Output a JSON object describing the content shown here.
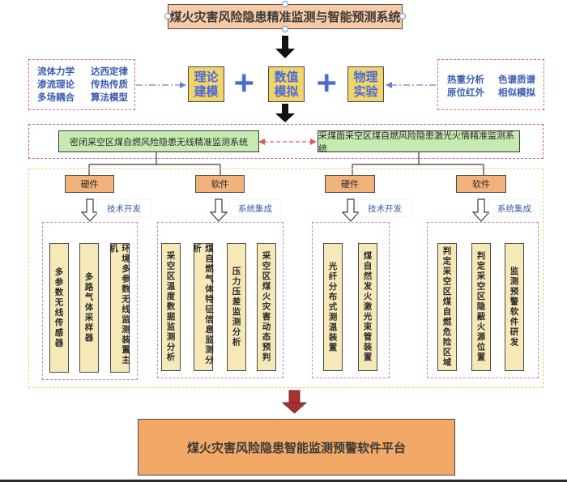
{
  "title": "煤火灾害风险隐患精准监测与智能预测系统",
  "theory_keywords": [
    "流体力学",
    "达西定律",
    "渗流理论",
    "传热传质",
    "多场耦合",
    "算法模型"
  ],
  "experiment_keywords": [
    "热重分析",
    "色谱质谱",
    "原位红外",
    "相似模拟"
  ],
  "methods": [
    {
      "label": "理论\n建模"
    },
    {
      "label": "数值\n模拟"
    },
    {
      "label": "物理\n实验"
    }
  ],
  "plus_symbol": "+",
  "systems": [
    {
      "label": "密闭采空区煤自燃风险隐患无线精准监测系统"
    },
    {
      "label": "采煤面采空区煤自燃风险隐患激光火情精准监测系统"
    }
  ],
  "branches": [
    {
      "category": "硬件",
      "process": "技术开发",
      "items": [
        "多参数无线传感器",
        "多路气体采样器",
        "环境多参数无线监测装置主机"
      ]
    },
    {
      "category": "软件",
      "process": "系统集成",
      "items": [
        "采空区温度数据监测分析",
        "煤自燃气体特征信息监测分析",
        "压力压差监测分析",
        "采空区煤火灾害动态预判"
      ]
    },
    {
      "category": "硬件",
      "process": "技术开发",
      "items": [
        "光纤分布式测温装置",
        "煤自然发火激光束管装置"
      ]
    },
    {
      "category": "软件",
      "process": "系统集成",
      "items": [
        "判定采空区煤自燃危险区域",
        "判定采空区隐蔽火源位置",
        "监测预警软件研发"
      ]
    }
  ],
  "platform": "煤火灾害风险隐患智能监测预警软件平台",
  "colors": {
    "title_fill": "#f8cba6",
    "method_fill": "#f1d46a",
    "method_text": "#4a6ad8",
    "system_fill": "#c6eab0",
    "category_fill": "#f2b27c",
    "item_fill": "#f7e8b8",
    "platform_fill": "#f2a866",
    "final_arrow": "#a83232",
    "keyword_text": "#3a5bb0"
  }
}
